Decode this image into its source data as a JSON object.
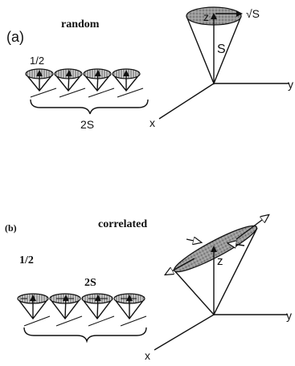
{
  "panel_a": {
    "label": "(a)",
    "title": "random",
    "half_label": "1/2",
    "count_label": "2S",
    "cone_labels": {
      "z": "z",
      "s": "S",
      "sqrt_s": "√S"
    },
    "axes": {
      "x": "x",
      "y": "y"
    }
  },
  "panel_b": {
    "label": "(b)",
    "title": "correlated",
    "half_label": "1/2",
    "count_label": "2S",
    "cone_labels": {
      "z": "z"
    },
    "axes": {
      "x": "x",
      "y": "y"
    }
  }
}
